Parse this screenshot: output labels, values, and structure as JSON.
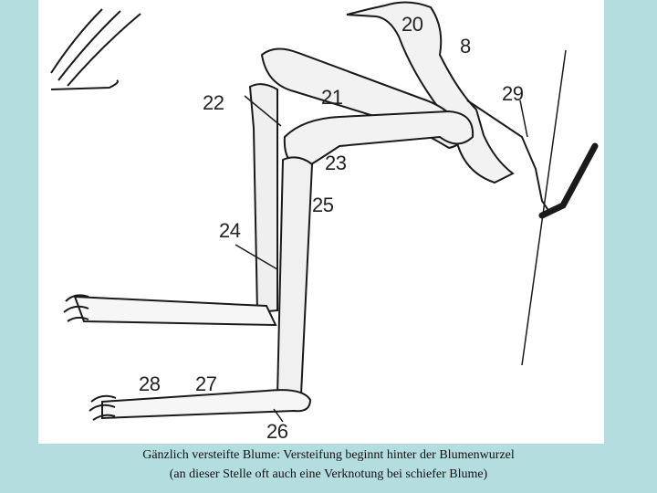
{
  "figure": {
    "labels": [
      "20",
      "8",
      "29",
      "22",
      "21",
      "23",
      "25",
      "24",
      "28",
      "27",
      "26"
    ]
  },
  "caption": {
    "line1": "Gänzlich versteifte Blume: Versteifung beginnt hinter der Blumenwurzel",
    "line2": "(an dieser Stelle oft auch eine Verknotung bei schiefer Blume)"
  }
}
